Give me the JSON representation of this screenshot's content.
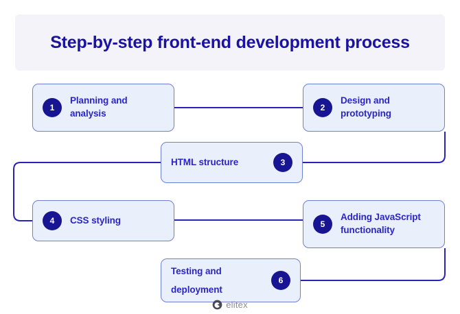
{
  "header": {
    "title": "Step-by-step front-end development process",
    "band_color": "#f4f3f9",
    "title_color": "#1a12a0"
  },
  "theme": {
    "box_fill": "#e9f0fc",
    "box_border": "#6f7fd6",
    "badge_fill": "#181593",
    "badge_text": "#ffffff",
    "label_color": "#2b25c8",
    "connector_color": "#2a21b5"
  },
  "steps": [
    {
      "number": "1",
      "label": "Planning and analysis",
      "badge_side": "left"
    },
    {
      "number": "2",
      "label": "Design and prototyping",
      "badge_side": "left"
    },
    {
      "number": "3",
      "label": "HTML structure",
      "badge_side": "right"
    },
    {
      "number": "4",
      "label": "CSS styling",
      "badge_side": "left"
    },
    {
      "number": "5",
      "label": "Adding JavaScript functionality",
      "badge_side": "left"
    },
    {
      "number": "6",
      "label": "Testing and deployment",
      "badge_side": "right"
    }
  ],
  "connections": [
    {
      "from": "1",
      "to": "2"
    },
    {
      "from": "2",
      "to": "3"
    },
    {
      "from": "3",
      "to": "4"
    },
    {
      "from": "4",
      "to": "5"
    },
    {
      "from": "5",
      "to": "6"
    }
  ],
  "logo": {
    "icon": "elitex-swirl-icon",
    "text": "elitex",
    "text_color": "#8b8b93"
  }
}
